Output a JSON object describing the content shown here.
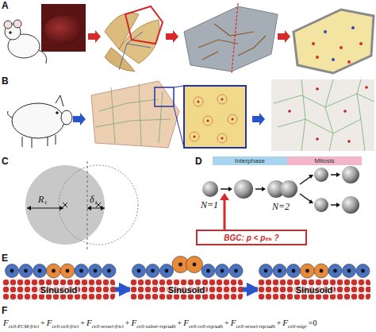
{
  "diagram": {
    "nodes": [
      {
        "text": [
          "Interphase"
        ]
      },
      {
        "text": [
          "Mitosis"
        ]
      },
      {
        "text": [
          "BGC: p < pₜₕ ?"
        ]
      },
      {
        "text": [
          "Sinusoid"
        ]
      },
      {
        "text": [
          "Sinusoid"
        ]
      },
      {
        "text": [
          "Sinusoid"
        ]
      }
    ],
    "edges": [
      {
        "from": 3,
        "to": 4,
        "arrow": "to"
      },
      {
        "from": 4,
        "to": 5,
        "arrow": "to"
      }
    ],
    "labels": [
      "A",
      "B",
      "C",
      "D",
      "E",
      "F",
      "R₁",
      "δ₁",
      "N=1",
      "N=2",
      "F",
      "cell-ECM-frict",
      "+",
      "F",
      "cell-cell-frict",
      "+",
      "F",
      "cell-vessel-frict",
      "+",
      "F",
      "cell-substr-rep/adh",
      "+",
      "F",
      "cell-cell-rep/adh",
      "+",
      "F",
      "cell-vessel-rep/adh",
      "+",
      "F",
      "cell-migr",
      "=0"
    ]
  }
}
